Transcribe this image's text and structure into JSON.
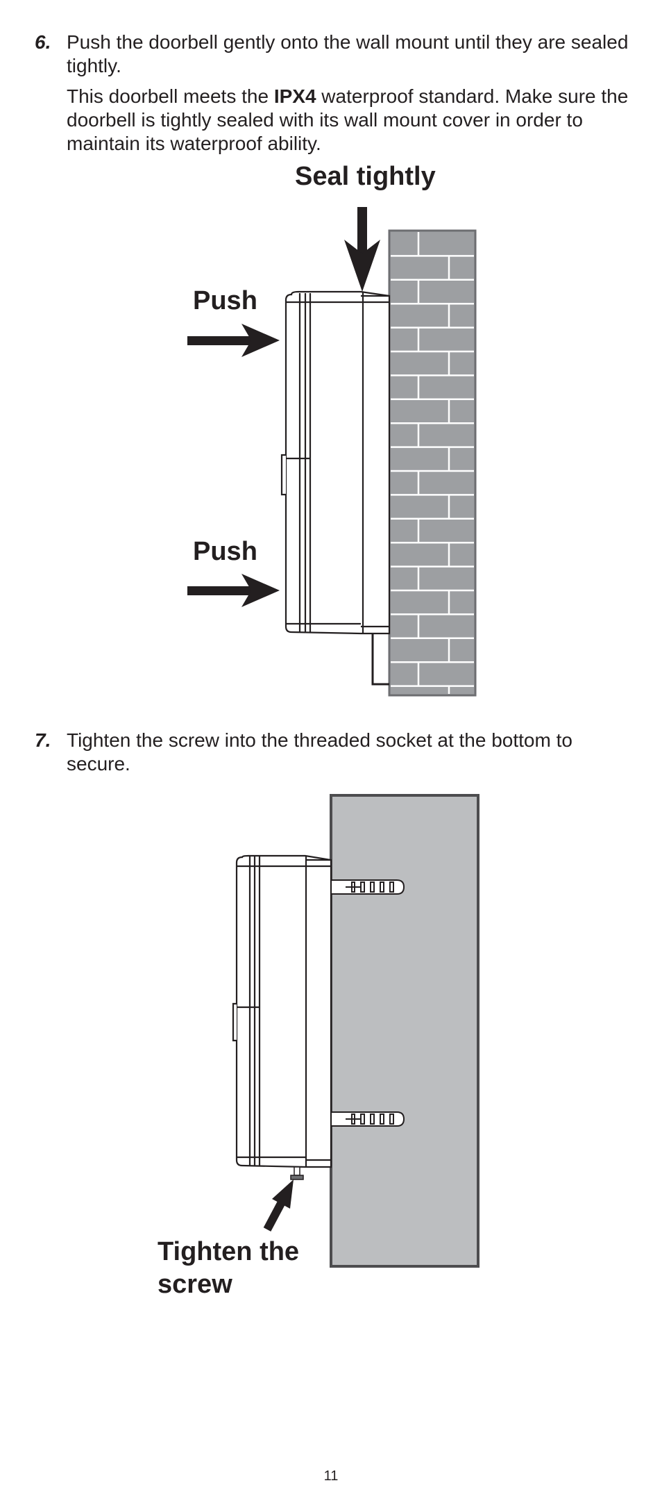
{
  "step6": {
    "number": "6.",
    "line1": "Push the doorbell gently onto the wall mount until they are sealed tightly.",
    "line2_before": "This doorbell meets the ",
    "line2_bold": "IPX4",
    "line2_after": " waterproof standard. Make sure the doorbell is tightly sealed with its wall mount cover in order to maintain its waterproof ability."
  },
  "figure1": {
    "seal_label": "Seal tightly",
    "push_top_label": "Push",
    "push_bottom_label": "Push"
  },
  "step7": {
    "number": "7.",
    "line1": "Tighten the screw into the threaded socket at the bottom to secure."
  },
  "figure2": {
    "tighten_line1": "Tighten the",
    "tighten_line2": "screw"
  },
  "page_number": "11"
}
